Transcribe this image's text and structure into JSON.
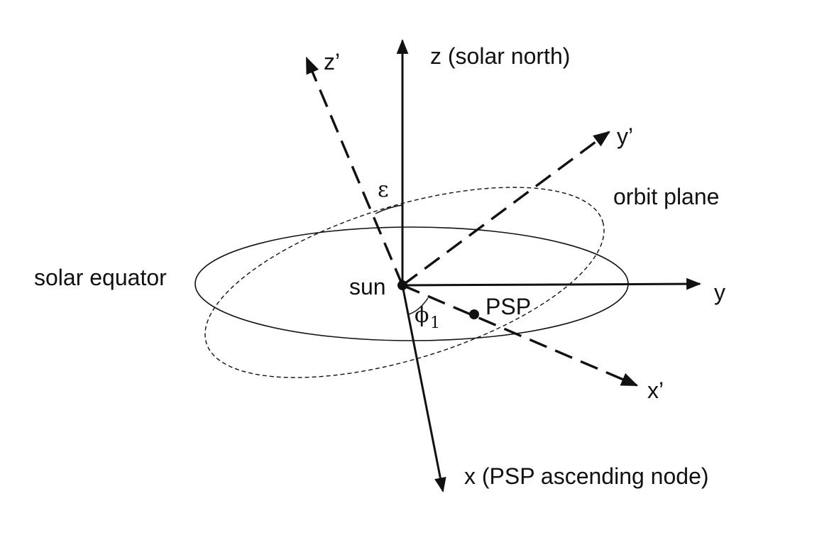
{
  "labels": {
    "z": "z (solar north)",
    "z_prime": "z’",
    "y_prime": "y’",
    "y": "y",
    "x": "x (PSP ascending node)",
    "x_prime": "x’",
    "orbit_plane": "orbit plane",
    "solar_equator": "solar equator",
    "sun": "sun",
    "psp": "PSP",
    "epsilon": "ε",
    "phi": "ϕ",
    "phi_subscript": "1"
  },
  "colors": {
    "ink": "#111111"
  }
}
